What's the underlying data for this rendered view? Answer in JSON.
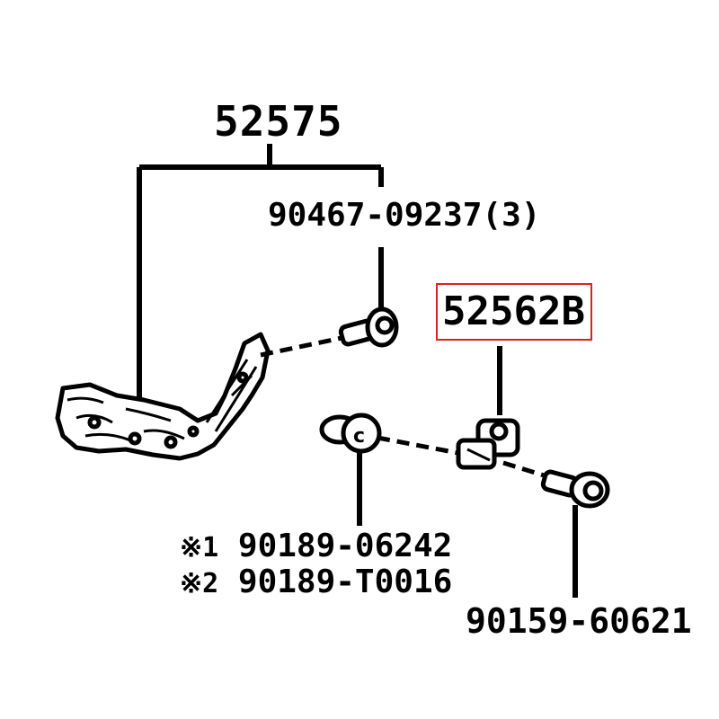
{
  "labels": {
    "part_52575": "52575",
    "bolt_90467": "90467-09237(3)",
    "part_52562b": "52562B",
    "note1_mark": "※1",
    "note1_part": "90189-06242",
    "note2_mark": "※2",
    "note2_part": "90189-T0016",
    "bolt_90159": "90159-60621"
  },
  "colors": {
    "highlight_box": "#e02020",
    "ink": "#000000"
  }
}
